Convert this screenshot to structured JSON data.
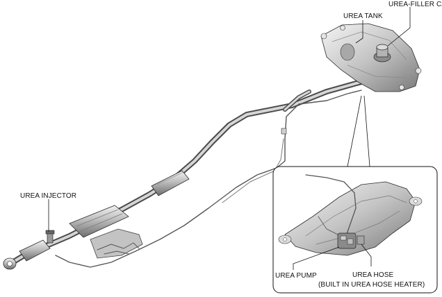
{
  "callouts": {
    "urea_filler_cap": "UREA-FILLER CAP",
    "urea_tank": "UREA TANK",
    "urea_injector": "UREA INJECTOR",
    "urea_pump": "UREA PUMP",
    "urea_hose": "UREA HOSE",
    "urea_hose_note": "(BUILT IN UREA HOSE HEATER)"
  },
  "colors": {
    "ink": "#111111",
    "metal_light": "#d9d9d9",
    "metal_mid": "#9e9e9e",
    "metal_dark": "#555555"
  }
}
